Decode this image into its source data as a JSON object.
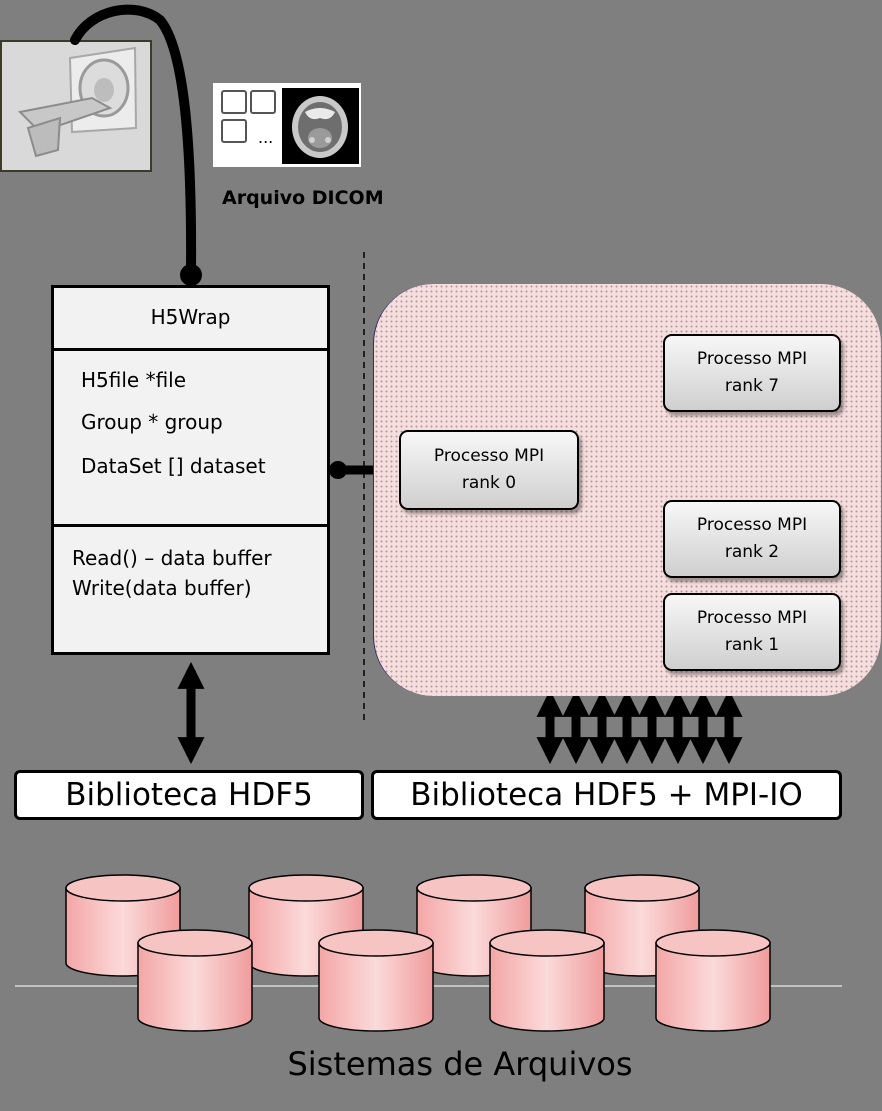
{
  "top": {
    "dicom_label": "Arquivo DICOM",
    "thumbnail_ellipsis": "..."
  },
  "h5wrap": {
    "title": "H5Wrap",
    "attributes": [
      "H5file *file",
      "Group * group",
      "DataSet [] dataset"
    ],
    "methods": [
      "Read() – data buffer",
      "Write(data buffer)"
    ]
  },
  "mpi": {
    "rank0": [
      "Processo MPI",
      "rank 0"
    ],
    "rank7": [
      "Processo MPI",
      "rank 7"
    ],
    "rank2": [
      "Processo MPI",
      "rank 2"
    ],
    "rank1": [
      "Processo MPI",
      "rank 1"
    ]
  },
  "libraries": {
    "hdf5": "Biblioteca HDF5",
    "hdf5_mpiio": "Biblioteca HDF5 + MPI-IO"
  },
  "storage": {
    "label": "Sistemas de Arquivos"
  },
  "colors": {
    "background": "#7f7f7f",
    "cloud": "#f6dede",
    "disk": "#f2a7a7",
    "box": "#f2f2f2"
  }
}
